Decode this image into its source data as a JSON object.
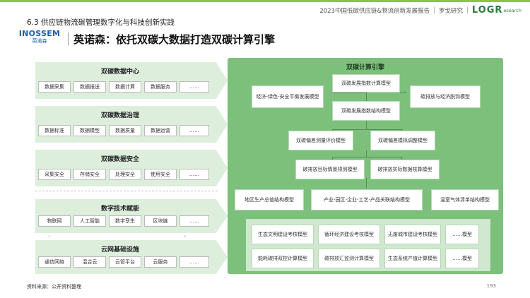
{
  "header": {
    "report": "2023中国低碳供应链&物流创新发展报告",
    "org": "罗戈研究",
    "logo": "LOGR",
    "logo_sub": "esearch"
  },
  "section_title": "6.3 供应链物流碳管理数字化与科技创新实践",
  "brand": {
    "en": "INOSSEM",
    "cn": "英诺森"
  },
  "headline": "英诺森：依托双碳大数据打造双碳计算引擎",
  "layers": [
    {
      "title": "双碳数据中心",
      "items": [
        "数据采集",
        "数据报送",
        "数据计算",
        "数据服务",
        "……"
      ]
    },
    {
      "title": "双碳数据治理",
      "items": [
        "数据标准",
        "数据模型",
        "数据质量",
        "数据运营",
        "……"
      ]
    },
    {
      "title": "双碳数据安全",
      "items": [
        "采集安全",
        "存储安全",
        "处理安全",
        "使用安全",
        "……"
      ]
    },
    {
      "title": "数字技术赋能",
      "items": [
        "物联网",
        "人工智能",
        "数字孪生",
        "区块链",
        "……"
      ]
    },
    {
      "title": "云网基础设施",
      "items": [
        "通信网络",
        "混合云",
        "云管平台",
        "云服务",
        "……"
      ]
    }
  ],
  "engine": {
    "title": "双碳计算引擎",
    "boxes": {
      "index_calc": "双碳发展指数计算模型",
      "index_struct": "双碳发展指数结构模型",
      "econ_green": "经济-绿色-安全平衡发展模型",
      "decouple": "碳排放与经济脱钩模型",
      "deviation_eval": "双碳偏差测量评价模型",
      "deviation_adjust": "双碳偏差模拟调整模型",
      "scenario": "碳排放目标情景预测模型",
      "accounting": "碳排放实际数据核算模型",
      "region": "地区生产总值结构模型",
      "industry": "产业-园区-企业-工艺-产品关联结构模型",
      "ghg": "温室气体清单结构模型",
      "eco_civ": "生态文明建设考核模型",
      "circular": "循环经济建设考核模型",
      "nowaste": "无废城市建设考核模型",
      "more1": "……模型",
      "energy": "能耗碳排双控计算模型",
      "sink": "碳排放汇监测计算模型",
      "eco_value": "生态系统产值计算模型",
      "more2": "……模型"
    }
  },
  "source": "资料来源：公开资料整理",
  "page_number": "193"
}
